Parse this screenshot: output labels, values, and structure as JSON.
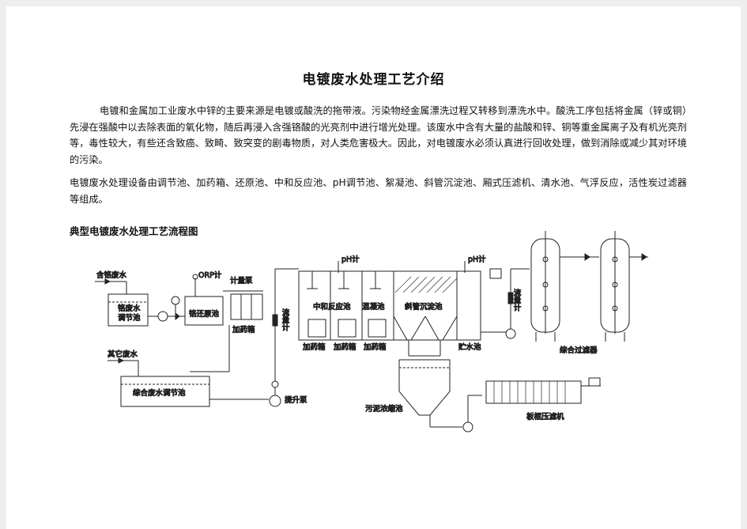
{
  "title": "电镀废水处理工艺介绍",
  "paragraphs": [
    "电镀和金属加工业废水中锌的主要来源是电镀或酸洗的拖带液。污染物经金属漂洗过程又转移到漂洗水中。酸洗工序包括将金属（锌或铜）先浸在强酸中以去除表面的氧化物，随后再浸入含强铬酸的光亮剂中进行增光处理。该废水中含有大量的盐酸和锌、铜等重金属离子及有机光亮剂等，毒性较大，有些还含致癌、致畸、致突变的剧毒物质，对人类危害极大。因此，对电镀废水必须认真进行回收处理，做到消除或减少其对环境的污染。",
    "电镀废水处理设备由调节池、加药箱、还原池、中和反应池、pH调节池、絮凝池、斜管沉淀池、厢式压滤机、清水池、气浮反应，活性炭过滤器等组成。"
  ],
  "diagram_heading": "典型电镀废水处理工艺流程图",
  "diagram": {
    "labels": {
      "chrome_water": "含铬废水",
      "chrome_tank_1": "铬废水",
      "chrome_tank_2": "调节池",
      "orp": "ORP计",
      "meter_pump": "计量泵",
      "chrome_reduce": "铬还原池",
      "dosing_1": "加药箱",
      "other_water": "其它废水",
      "mixed_tank": "综合废水调节池",
      "lift_pump": "提升泵",
      "flowmeter_1": "流量计",
      "ph_1": "pH计",
      "neutral": "中和反应池",
      "floc": "混凝池",
      "settle": "斜管沉淀池",
      "ph_2": "pH计",
      "dosing_2": "加药箱",
      "dosing_3": "加药箱",
      "dosing_4": "加药箱",
      "storage": "贮水池",
      "flowmeter_2": "流量计",
      "filter": "综合过滤器",
      "sludge": "污泥浓缩池",
      "press": "板框压滤机"
    }
  },
  "colors": {
    "line": "#222222",
    "page": "#ffffff",
    "background": "#eeeeee"
  }
}
